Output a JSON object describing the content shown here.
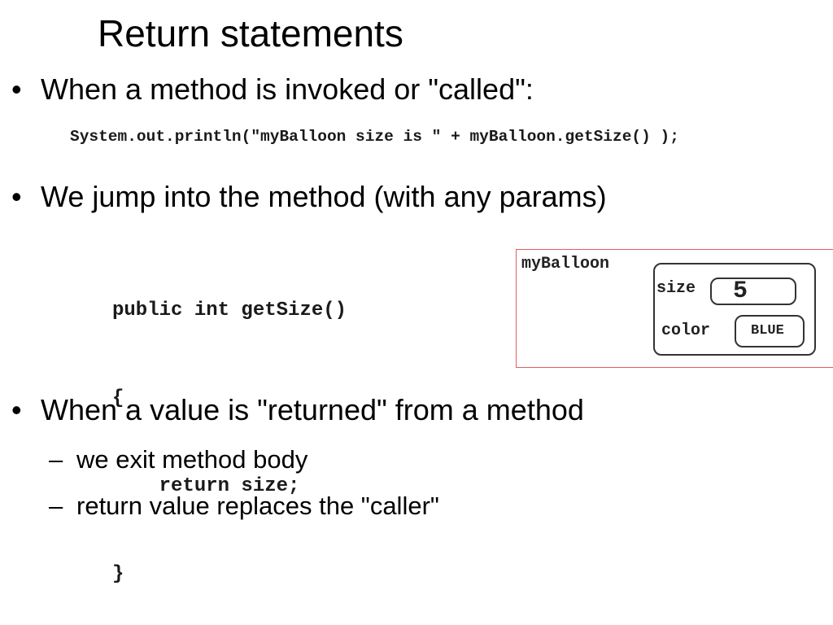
{
  "slide": {
    "title": "Return statements",
    "bullets": [
      {
        "marker": "•",
        "text": "When a method is invoked or \"called\":"
      },
      {
        "marker": "•",
        "text": "We jump into the method (with any params)"
      },
      {
        "marker": "•",
        "text": "When a value is \"returned\" from a method"
      }
    ],
    "subbullets": [
      {
        "marker": "–",
        "text": "we exit method body"
      },
      {
        "marker": "–",
        "text": "return value replaces the \"caller\""
      }
    ],
    "code_call": "System.out.println(\"myBalloon size is \" + myBalloon.getSize() );",
    "code_method": [
      "public int getSize()",
      "{",
      "    return size;",
      "}"
    ],
    "object_diagram": {
      "variable_name": "myBalloon",
      "fields": [
        {
          "name": "size",
          "value": "5"
        },
        {
          "name": "color",
          "value": "BLUE"
        }
      ]
    }
  }
}
